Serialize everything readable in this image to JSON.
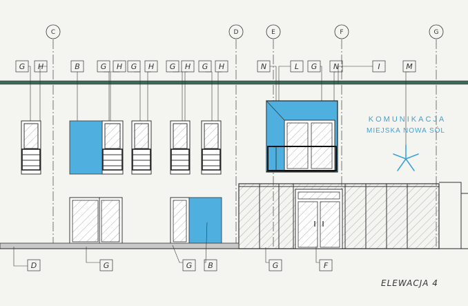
{
  "grid_axes": [
    "C",
    "D",
    "E",
    "F",
    "G"
  ],
  "top_tags": [
    "G",
    "H",
    "B",
    "G",
    "H",
    "G",
    "H",
    "G",
    "H",
    "G",
    "H",
    "N",
    "L",
    "G",
    "N",
    "I",
    "M"
  ],
  "bottom_tags": [
    "D",
    "G",
    "G",
    "B",
    "G",
    "F"
  ],
  "sign": {
    "line1": "KOMUNIKACJA",
    "line2": "MIEJSKA NOWA SÓL"
  },
  "drawing_title": "ELEWACJA 4",
  "colors": {
    "glass_blue": "#4fb0e0",
    "line": "#333333",
    "brand": "#3aa3d8",
    "roof": "#3c6b59"
  }
}
